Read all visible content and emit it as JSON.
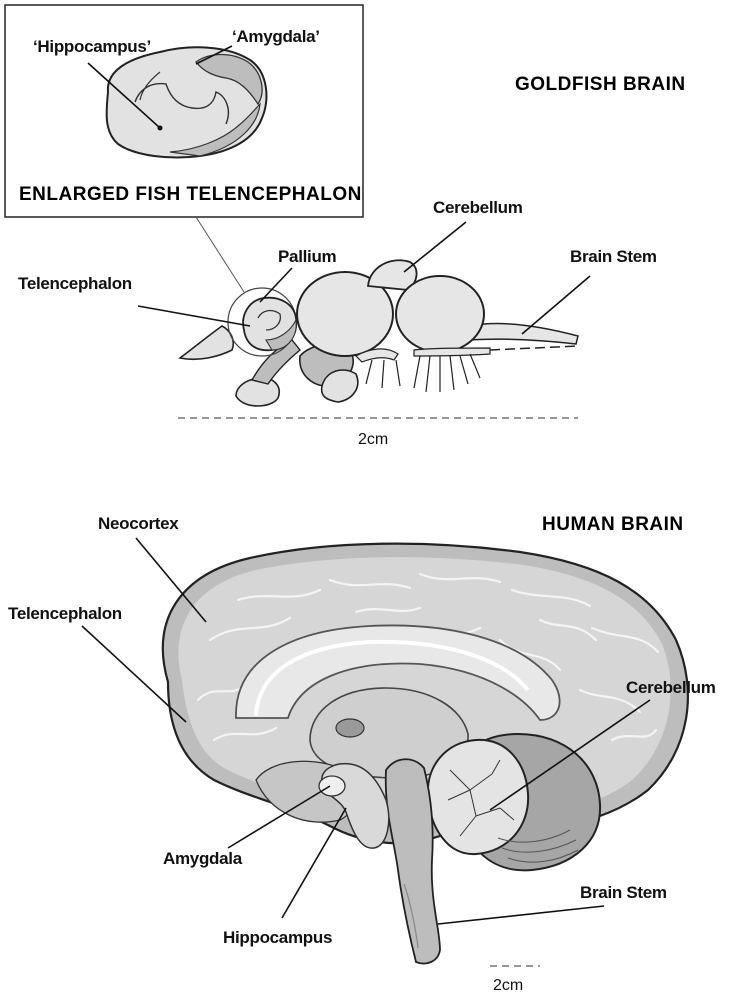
{
  "goldfish": {
    "title": "GOLDFISH BRAIN",
    "inset_title": "ENLARGED FISH TELENCEPHALON",
    "inset_labels": {
      "hippocampus": "‘Hippocampus’",
      "amygdala": "‘Amygdala’"
    },
    "labels": {
      "telencephalon": "Telencephalon",
      "pallium": "Pallium",
      "cerebellum": "Cerebellum",
      "brain_stem": "Brain Stem"
    },
    "scale": "2cm"
  },
  "human": {
    "title": "HUMAN BRAIN",
    "labels": {
      "neocortex": "Neocortex",
      "telencephalon": "Telencephalon",
      "cerebellum": "Cerebellum",
      "amygdala": "Amygdala",
      "brain_stem": "Brain Stem",
      "hippocampus": "Hippocampus"
    },
    "scale": "2cm"
  },
  "colors": {
    "fill_light": "#e6e6e6",
    "fill_mid": "#bdbdbd",
    "fill_dark": "#8c8c8c",
    "line": "#222222"
  }
}
